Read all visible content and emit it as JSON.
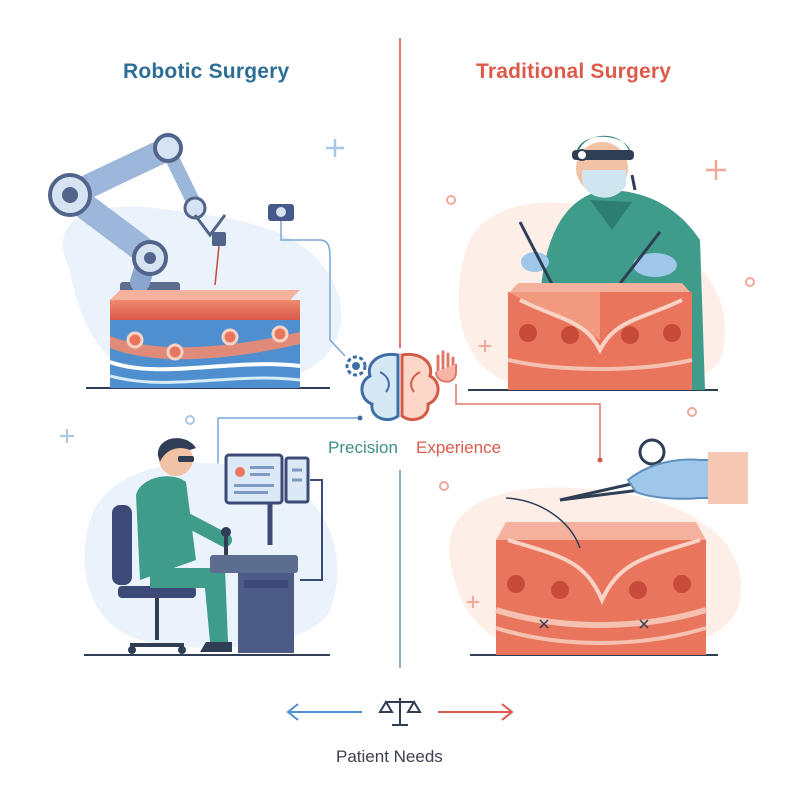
{
  "robotic": {
    "title": "Robotic Surgery"
  },
  "traditional": {
    "title": "Traditional Surgery"
  },
  "center": {
    "left_label": "Precision",
    "right_label": "Experience"
  },
  "footer": {
    "label": "Patient Needs"
  },
  "colors": {
    "blue": "#2d6e96",
    "red": "#dd5a4a",
    "teal": "#3f9b8a",
    "navy": "#3d4a78",
    "tissue": "#e8755c",
    "skyblue": "#8fc7e8"
  },
  "icons": [
    "plus-icon",
    "gear-icon",
    "brain-icon",
    "hand-icon",
    "balance-scale-icon",
    "arrow-left-icon",
    "arrow-right-icon",
    "camera-icon",
    "monitor-icon"
  ]
}
